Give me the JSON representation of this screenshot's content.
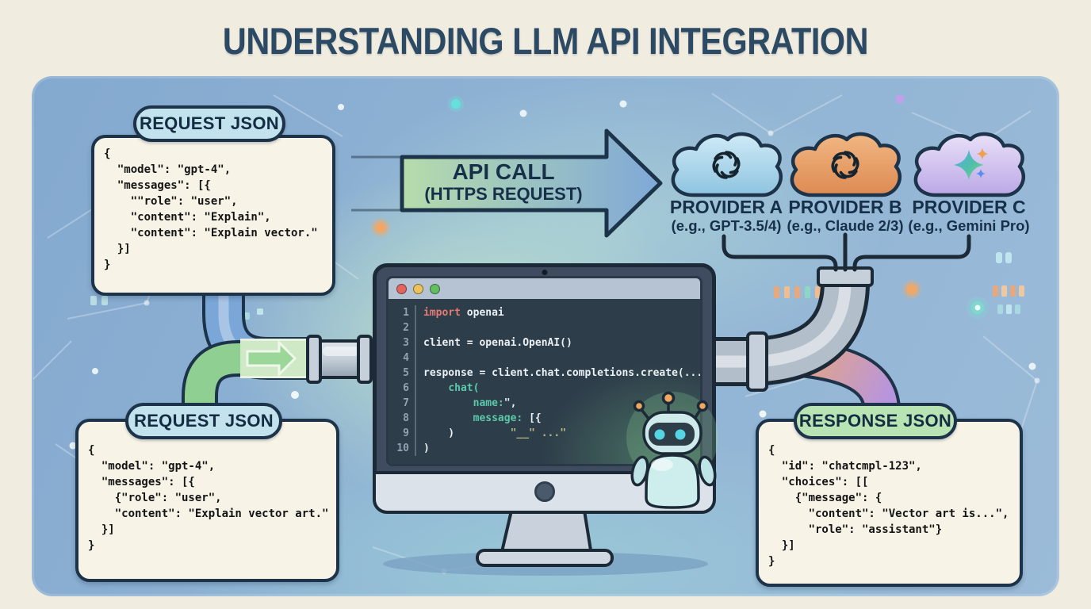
{
  "title": "UNDERSTANDING LLM API INTEGRATION",
  "arrow": {
    "label_line1": "API CALL",
    "label_line2": "(HTTPS REQUEST)"
  },
  "boxes": {
    "request_top": {
      "label": "REQUEST JSON",
      "code": [
        "{",
        "  \"model\": \"gpt-4\",",
        "  \"messages\": [{",
        "    \"\"role\": \"user\",",
        "    \"content\": \"Explain\",",
        "    \"content\": \"Explain vector.\"",
        "  }]",
        "}"
      ]
    },
    "request_bottom": {
      "label": "REQUEST JSON",
      "code": [
        "{",
        "  \"model\": \"gpt-4\",",
        "  \"messages\": [{",
        "    {\"role\": \"user\",",
        "    \"content\": \"Explain vector art.\"",
        "  }]",
        "}"
      ]
    },
    "response": {
      "label": "RESPONSE JSON",
      "code": [
        "{",
        "  \"id\": \"chatcmpl-123\",",
        "  \"choices\": [[",
        "    {\"message\": {",
        "      \"content\": \"Vector art is...\",",
        "      \"role\": \"assistant\"}",
        "  }]",
        "}"
      ]
    }
  },
  "providers": [
    {
      "name": "PROVIDER A",
      "example": "(e.g., GPT-3.5/4)",
      "icon": "openai-knot-icon",
      "cloud_color": "#a9d4ea"
    },
    {
      "name": "PROVIDER B",
      "example": "(e.g., Claude 2/3)",
      "icon": "openai-knot-icon",
      "cloud_color": "#e69a62"
    },
    {
      "name": "PROVIDER C",
      "example": "(e.g., Gemini Pro)",
      "icon": "gemini-sparkle-icon",
      "cloud_color": "#cfc2ee"
    }
  ],
  "editor": {
    "lines": [
      {
        "num": "1",
        "segments": [
          {
            "text": "import",
            "style": "keyword"
          },
          {
            "text": " openai",
            "style": "plain"
          }
        ]
      },
      {
        "num": "2",
        "segments": []
      },
      {
        "num": "3",
        "segments": [
          {
            "text": "client = openai.OpenAI()",
            "style": "plain"
          }
        ]
      },
      {
        "num": "4",
        "segments": []
      },
      {
        "num": "5",
        "segments": [
          {
            "text": "response = client.chat.completions.create(...",
            "style": "plain"
          }
        ]
      },
      {
        "num": "6",
        "segments": [
          {
            "text": "    ",
            "style": "plain"
          },
          {
            "text": "chat(",
            "style": "teal"
          }
        ]
      },
      {
        "num": "7",
        "segments": [
          {
            "text": "        ",
            "style": "plain"
          },
          {
            "text": "name:",
            "style": "teal"
          },
          {
            "text": "\",",
            "style": "plain"
          }
        ]
      },
      {
        "num": "8",
        "segments": [
          {
            "text": "        ",
            "style": "plain"
          },
          {
            "text": "message:",
            "style": "teal"
          },
          {
            "text": " [{",
            "style": "plain"
          }
        ]
      },
      {
        "num": "9",
        "segments": [
          {
            "text": "    )         ",
            "style": "plain"
          },
          {
            "text": "\"__\" ...\"",
            "style": "dim"
          }
        ]
      },
      {
        "num": "10",
        "segments": [
          {
            "text": ")",
            "style": "plain"
          }
        ]
      }
    ]
  },
  "icons": {
    "window_controls": [
      "close-dot",
      "minimize-dot",
      "maximize-dot"
    ],
    "provider_a": "openai-knot",
    "provider_b": "openai-knot",
    "provider_c": "gemini-sparkle",
    "mascot": "ai-robot"
  },
  "colors": {
    "page_background": "#f1ece0",
    "title_text": "#2c4a63",
    "panel_blue": "#8fb3d4",
    "panel_green_glow": "#c6e8cb",
    "outline_navy": "#1c2a38",
    "box_background": "#f7f3e7",
    "request_pill": "#c2e3ee",
    "response_pill": "#b8e3b3",
    "arrow_green": "#b6dcab",
    "arrow_blue": "#7fa8d8",
    "pipe_blue": "#7aa7d8",
    "pipe_green": "#8fd092",
    "pipe_orange": "#eca873",
    "pipe_purple": "#b795de",
    "metal_pipe": "#b2bec9",
    "editor_background": "#2d3d4a",
    "keyword_red": "#e57a72",
    "teal_token": "#5cc9ab",
    "code_text": "#eaf0f4",
    "traffic_lights": [
      "#e3655c",
      "#edc35a",
      "#64bd5f"
    ]
  }
}
